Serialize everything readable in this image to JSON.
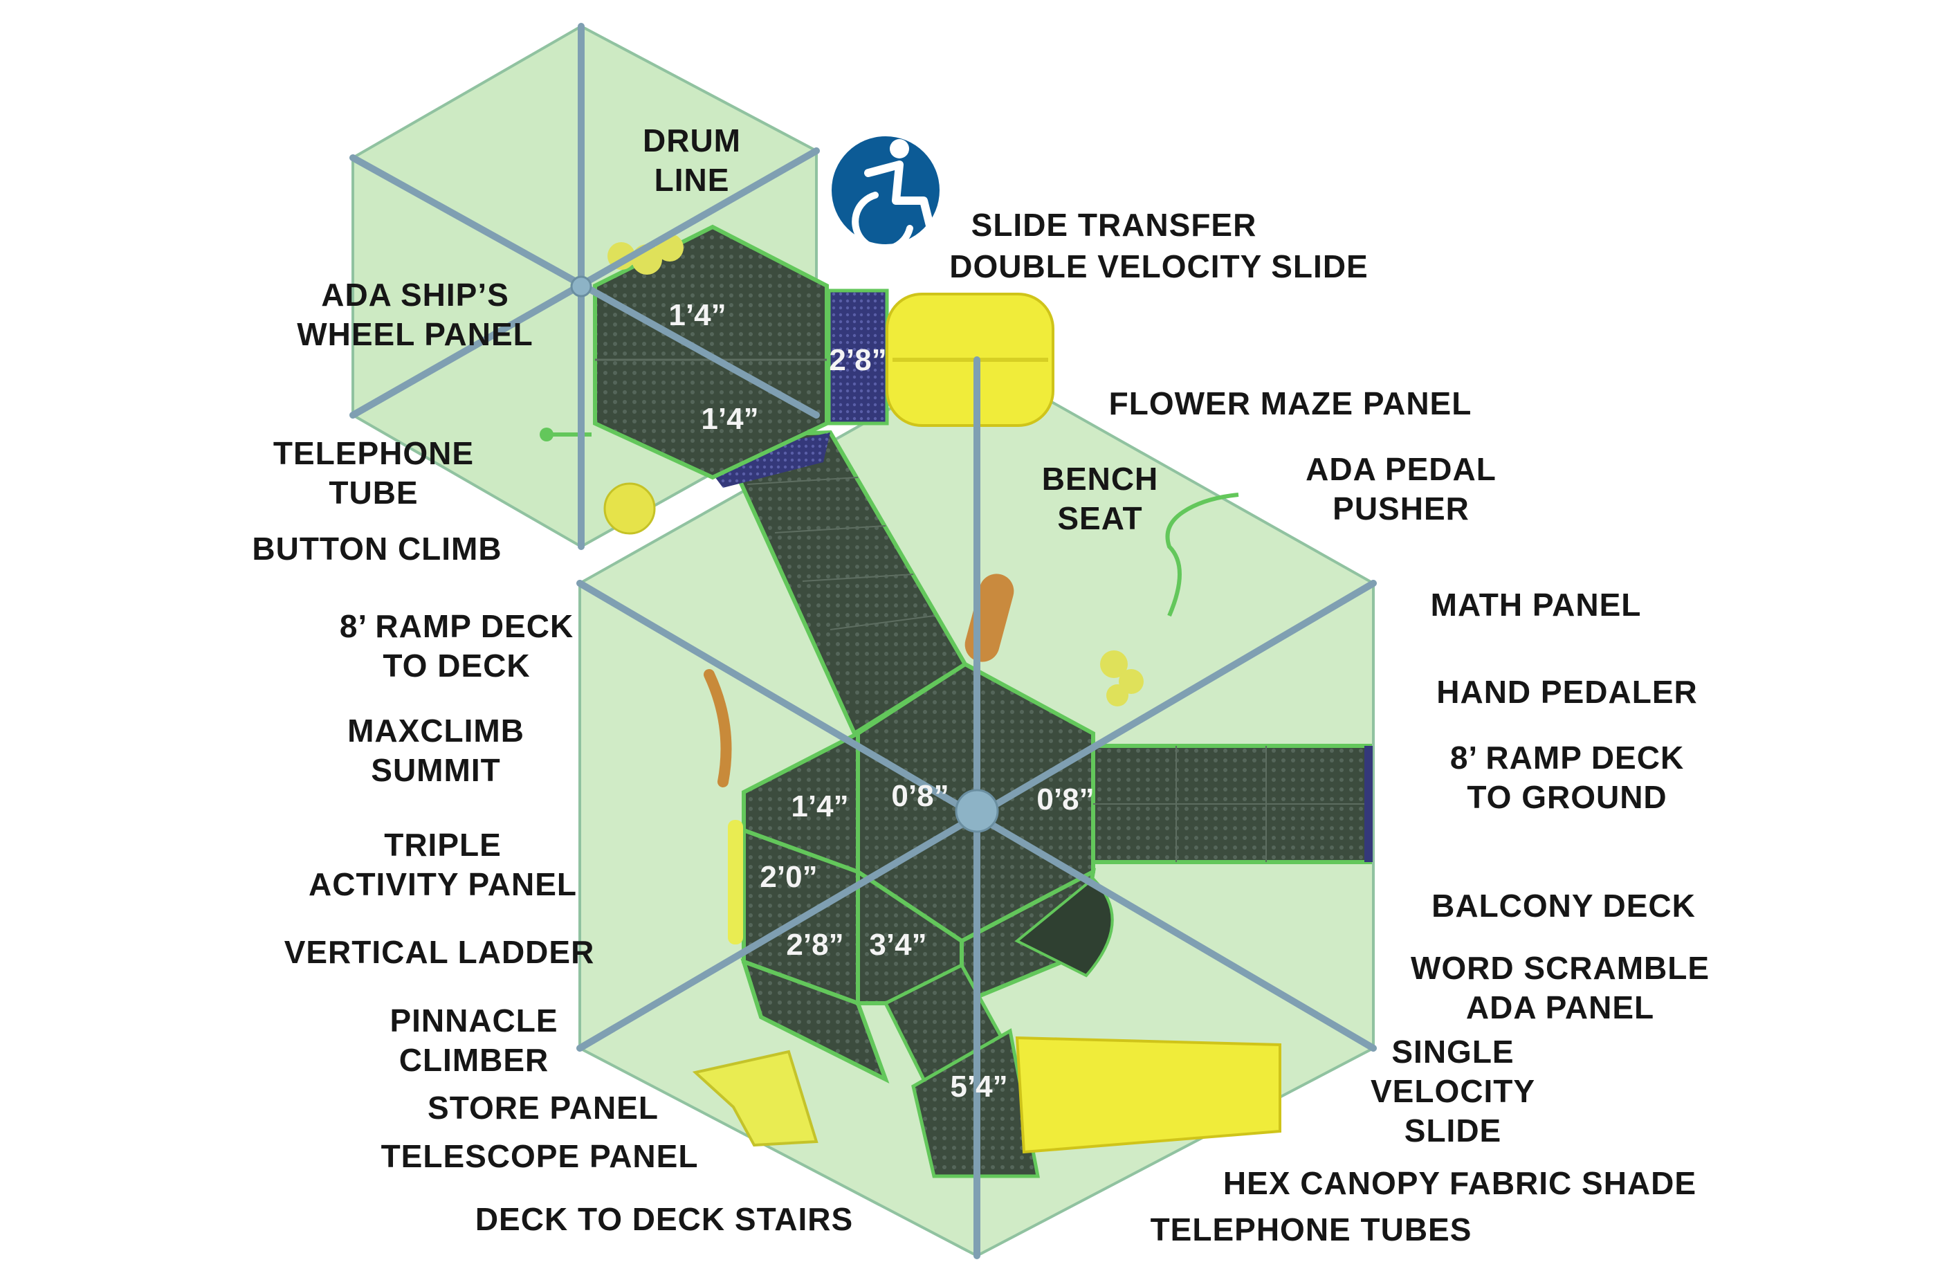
{
  "labels": {
    "drum_line": "DRUM\nLINE",
    "ada_ships_wheel_panel": "ADA SHIP’S\nWHEEL PANEL",
    "telephone_tube": "TELEPHONE\nTUBE",
    "button_climb": "BUTTON CLIMB",
    "ramp_deck_to_deck": "8’ RAMP DECK\nTO DECK",
    "maxclimb_summit": "MAXCLIMB\nSUMMIT",
    "triple_activity_panel": "TRIPLE\nACTIVITY PANEL",
    "vertical_ladder": "VERTICAL LADDER",
    "pinnacle_climber": "PINNACLE\nCLIMBER",
    "store_panel": "STORE PANEL",
    "telescope_panel": "TELESCOPE PANEL",
    "deck_to_deck_stairs": "DECK TO DECK STAIRS",
    "slide_transfer": "SLIDE TRANSFER",
    "double_velocity_slide": "DOUBLE VELOCITY SLIDE",
    "flower_maze_panel": "FLOWER MAZE PANEL",
    "bench_seat": "BENCH\nSEAT",
    "ada_pedal_pusher": "ADA PEDAL\nPUSHER",
    "math_panel": "MATH PANEL",
    "hand_pedaler": "HAND PEDALER",
    "ramp_deck_to_ground": "8’ RAMP DECK\nTO GROUND",
    "balcony_deck": "BALCONY DECK",
    "word_scramble_ada_panel": "WORD SCRAMBLE\nADA PANEL",
    "single_velocity_slide": "SINGLE\nVELOCITY\nSLIDE",
    "hex_canopy_fabric_shade": "HEX CANOPY FABRIC SHADE",
    "telephone_tubes": "TELEPHONE TUBES"
  },
  "deck_heights": {
    "upper_deck_a": "1’4”",
    "upper_deck_b": "1’4”",
    "transfer_deck": "2’8”",
    "center_left": "1’4”",
    "center_top": "0’8”",
    "center_right": "0’8”",
    "center_mid": "2’0”",
    "lower_left": "2’8”",
    "lower_right": "3’4”",
    "slide_deck": "5’4”"
  },
  "colors": {
    "canopy_fill": "#bfe3b4",
    "canopy_edge": "#7fb39a",
    "pole": "#7f9fb2",
    "deck": "#3a4a3c",
    "deck_border": "#63c75b",
    "barrier": "#3a3f80",
    "slide_yellow": "#f0ec3a",
    "accessibility_blue": "#0c5b96",
    "label_text": "#161616"
  },
  "icons": {
    "accessibility": "wheelchair-accessibility-icon"
  }
}
